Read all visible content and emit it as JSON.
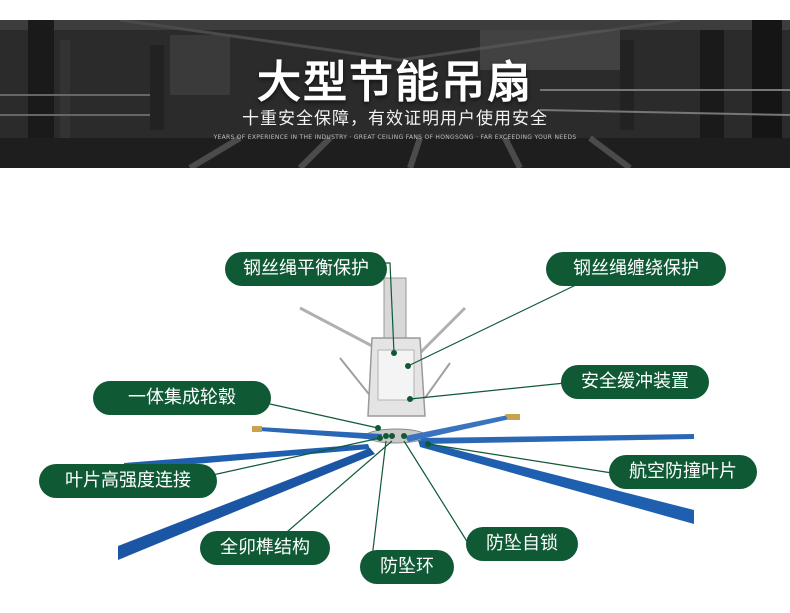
{
  "banner": {
    "title": "大型节能吊扇",
    "subtitle": "十重安全保障，有效证明用户使用安全",
    "english_line": "YEARS OF EXPERIENCE IN THE INDUSTRY · GREAT CEILING FANS OF HONGSONG · FAR EXCEEDING YOUR NEEDS"
  },
  "labels": {
    "wire_balance": "钢丝绳平衡保护",
    "wire_winding": "钢丝绳缠绕保护",
    "safety_buffer": "安全缓冲装置",
    "integrated_hub": "一体集成轮毂",
    "blade_connection": "叶片高强度连接",
    "aviation_blade": "航空防撞叶片",
    "mortise_tenon": "全卯榫结构",
    "fall_ring": "防坠环",
    "fall_lock": "防坠自锁"
  },
  "colors": {
    "label_bg": "#0f5a35",
    "leader_line": "#0f5a35",
    "blade_blue": "#1f5fb0",
    "banner_bg": "#262626"
  }
}
